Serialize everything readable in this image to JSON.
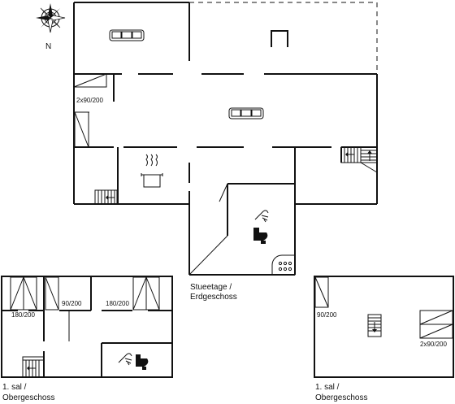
{
  "compass": {
    "north_label": "N"
  },
  "ground_floor": {
    "caption_line1": "Stueetage /",
    "caption_line2": "Erdgeschoss",
    "bed_label": "2x90/200"
  },
  "upper_floor_left": {
    "caption_line1": "1. sal /",
    "caption_line2": "Obergeschoss",
    "bed_labels": [
      "180/200",
      "90/200",
      "180/200"
    ]
  },
  "upper_floor_right": {
    "caption_line1": "1. sal /",
    "caption_line2": "Obergeschoss",
    "bed_labels": [
      "90/200",
      "2x90/200"
    ]
  },
  "icons": [
    "compass-icon",
    "sofa-icon",
    "fireplace-icon",
    "cooking-pot-icon",
    "shower-icon",
    "toilet-icon",
    "stove-hob-icon",
    "stairs-icon",
    "bed-icon"
  ]
}
